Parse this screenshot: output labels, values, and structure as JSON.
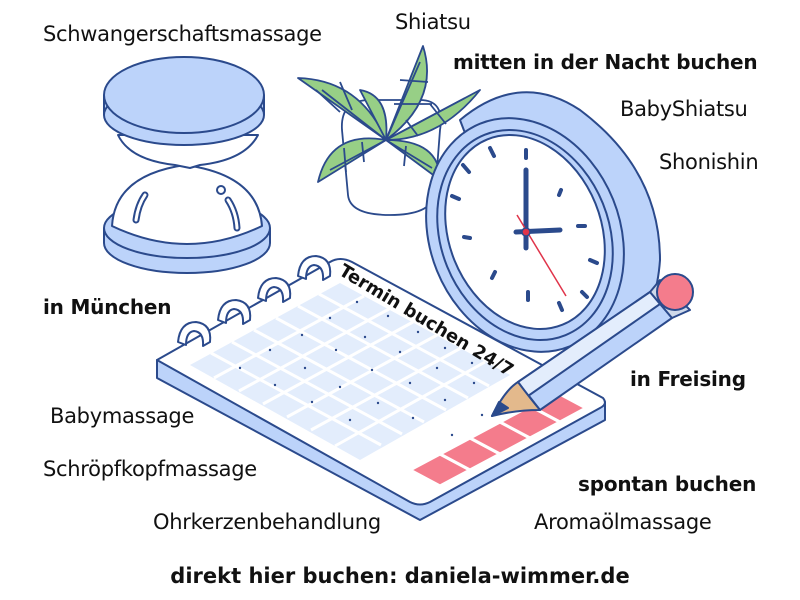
{
  "labels": {
    "schwangerschaftsmassage": "Schwangerschaftsmassage",
    "shiatsu": "Shiatsu",
    "mitten_in_der_nacht": "mitten in der Nacht buchen",
    "babyshiatsu": "BabyShiatsu",
    "shonishin": "Shonishin",
    "in_muenchen": "in München",
    "termin_buchen": "Termin buchen 24/7",
    "in_freising": "in Freising",
    "babymassage": "Babymassage",
    "schroepfkopfmassage": "Schröpfkopfmassage",
    "spontan_buchen": "spontan buchen",
    "ohrkerzenbehandlung": "Ohrkerzenbehandlung",
    "aromaoelmassage": "Aromaölmassage"
  },
  "footer": {
    "text": "direkt hier buchen: daniela-wimmer.de"
  },
  "illustration": {
    "icons": [
      "hourglass-icon",
      "plant-icon",
      "clock-icon",
      "calendar-icon",
      "pencil-icon"
    ],
    "clock_time": "3:00",
    "colors": {
      "outline": "#2b4a8c",
      "fill_blue": "#bcd3fa",
      "fill_light": "#e3edfc",
      "leaf_green": "#97cf86",
      "highlight_pink": "#f47c8c",
      "pencil_wood": "#e3b98c",
      "second_hand": "#e0344a"
    }
  }
}
